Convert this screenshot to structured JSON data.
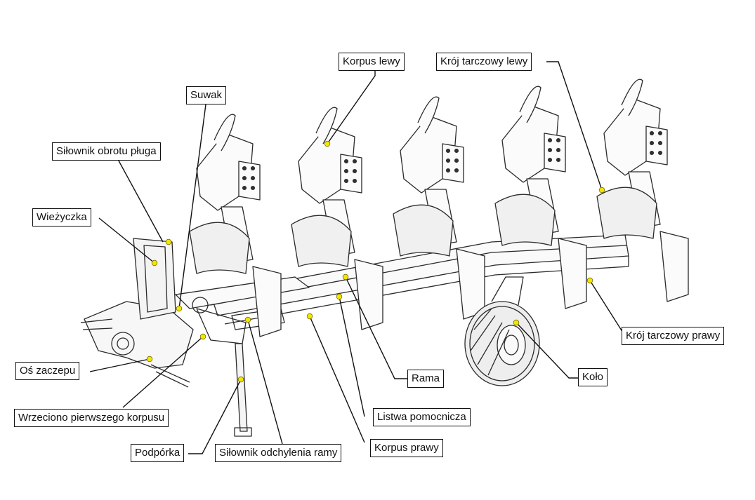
{
  "labels": {
    "korpus_lewy": "Korpus lewy",
    "kroj_tarczowy_lewy": "Krój tarczowy lewy",
    "suwak": "Suwak",
    "silownik_obrotu_pluga": "Siłownik obrotu pługa",
    "wiezyczka": "Wieżyczka",
    "os_zaczepu": "Oś zaczepu",
    "wrzeciono_pierwszego_korpusu": "Wrzeciono pierwszego korpusu",
    "podporka": "Podpórka",
    "silownik_odchylenia_ramy": "Siłownik odchylenia ramy",
    "korpus_prawy": "Korpus prawy",
    "listwa_pomocnicza": "Listwa pomocnicza",
    "rama": "Rama",
    "kolo": "Koło",
    "kroj_tarczowy_prawy": "Krój tarczowy prawy"
  },
  "colors": {
    "marker": "#f2e600",
    "line": "#111111",
    "drawing": "#2a2a2a"
  }
}
